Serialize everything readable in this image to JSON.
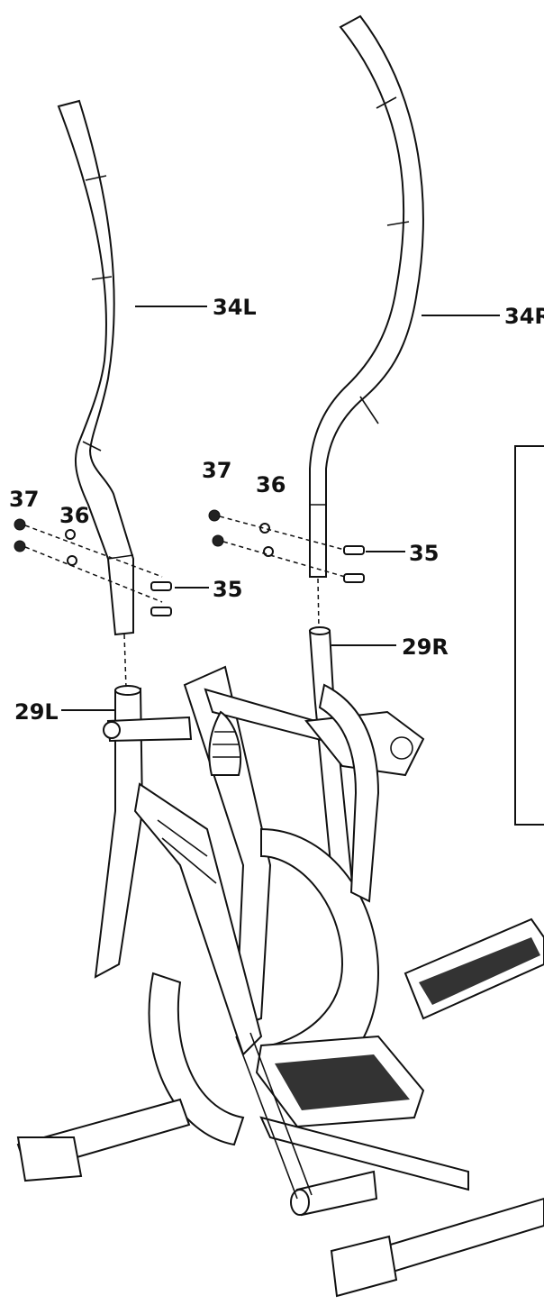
{
  "labels": {
    "p34L": "34L",
    "p34R": "34R",
    "p37_left": "37",
    "p36_left": "36",
    "p35_left": "35",
    "p37_right": "37",
    "p36_right": "36",
    "p35_right": "35",
    "p29L": "29L",
    "p29R": "29R"
  },
  "colors": {
    "ink": "#111111",
    "paper": "#ffffff"
  }
}
